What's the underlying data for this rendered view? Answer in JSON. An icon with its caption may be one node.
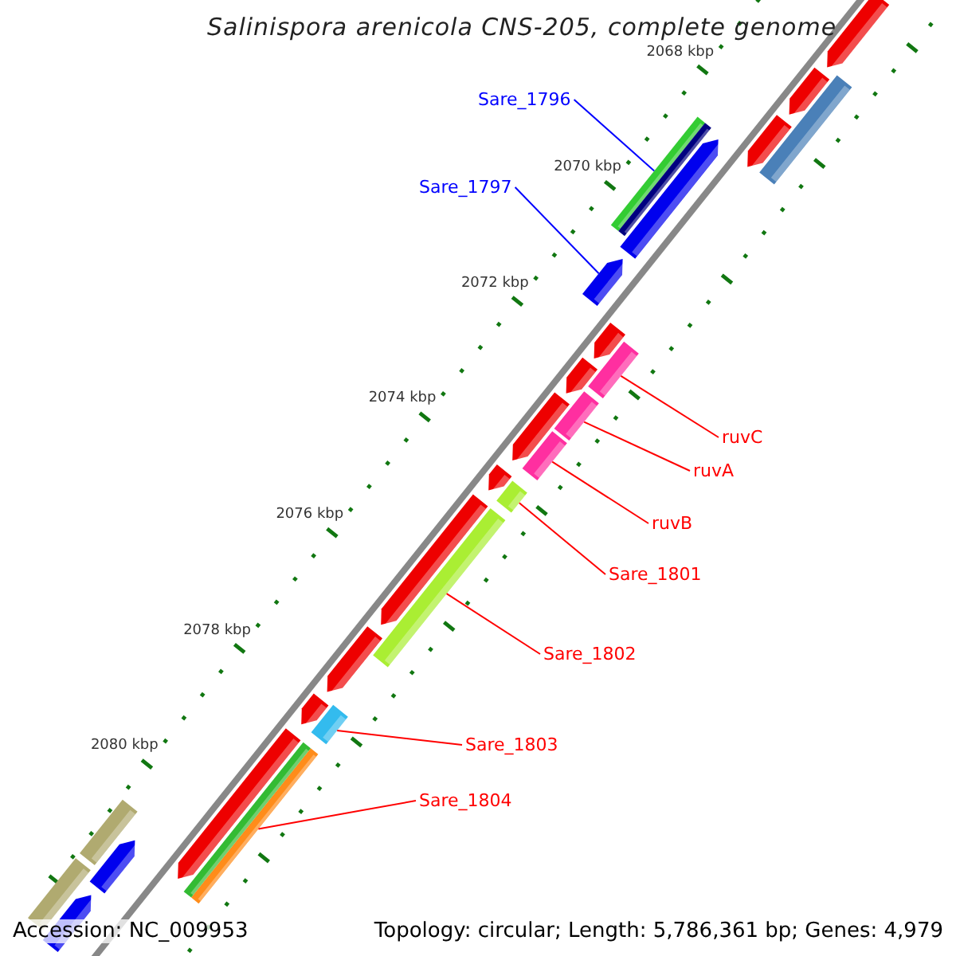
{
  "diagram": {
    "title": "Salinispora arenicola CNS-205, complete genome",
    "nodes": [
      {
        "text": [
          "Sare_1796"
        ]
      },
      {
        "text": [],
        "shape": "bar"
      },
      {
        "text": [
          "Sare_1797"
        ]
      },
      {
        "text": [],
        "shape": "arrow"
      },
      {
        "text": [
          "ruvC"
        ]
      },
      {
        "text": [],
        "shape": "bar"
      },
      {
        "text": [
          "ruvA"
        ]
      },
      {
        "text": [],
        "shape": "bar"
      },
      {
        "text": [
          "ruvB"
        ]
      },
      {
        "text": [],
        "shape": "bar"
      },
      {
        "text": [
          "Sare_1801"
        ]
      },
      {
        "text": [],
        "shape": "bar"
      },
      {
        "text": [
          "Sare_1802"
        ]
      },
      {
        "text": [],
        "shape": "bar"
      },
      {
        "text": [
          "Sare_1803"
        ]
      },
      {
        "text": [],
        "shape": "bar"
      },
      {
        "text": [
          "Sare_1804"
        ]
      },
      {
        "text": [],
        "shape": "bar"
      },
      {
        "text": [],
        "shape": "arrow"
      },
      {
        "text": [],
        "shape": "arrow"
      },
      {
        "text": [],
        "shape": "arrow"
      },
      {
        "text": [],
        "shape": "arrow"
      },
      {
        "text": [],
        "shape": "arrow"
      },
      {
        "text": [],
        "shape": "arrow"
      },
      {
        "text": [],
        "shape": "arrow"
      },
      {
        "text": [],
        "shape": "arrow"
      },
      {
        "text": [],
        "shape": "arrow"
      },
      {
        "text": [],
        "shape": "arrow"
      },
      {
        "text": [],
        "shape": "arrow"
      },
      {
        "text": [],
        "shape": "bar"
      },
      {
        "text": [],
        "shape": "bar"
      },
      {
        "text": [],
        "shape": "arrow"
      },
      {
        "text": [],
        "shape": "bar"
      },
      {
        "text": [],
        "shape": "bar"
      },
      {
        "text": [],
        "shape": "bar"
      },
      {
        "text": [],
        "shape": "arrow"
      },
      {
        "text": [],
        "shape": "arrow"
      }
    ],
    "edges": [
      {
        "from": 0,
        "to": 1,
        "arrow": "none",
        "color": "#0000ff"
      },
      {
        "from": 2,
        "to": 3,
        "arrow": "none",
        "color": "#0000ff"
      },
      {
        "from": 4,
        "to": 5,
        "arrow": "none"
      },
      {
        "from": 6,
        "to": 7,
        "arrow": "none"
      },
      {
        "from": 8,
        "to": 9,
        "arrow": "none"
      },
      {
        "from": 10,
        "to": 11,
        "arrow": "none"
      },
      {
        "from": 12,
        "to": 13,
        "arrow": "none"
      },
      {
        "from": 14,
        "to": 15,
        "arrow": "none"
      },
      {
        "from": 16,
        "to": 17,
        "arrow": "none"
      }
    ],
    "labels": [
      "2068 kbp",
      "2070 kbp",
      "2072 kbp",
      "2074 kbp",
      "2076 kbp",
      "2078 kbp",
      "2080 kbp",
      "Accession: NC_009953",
      "Topology: circular; Length: 5,786,361 bp; Genes: 4,979"
    ]
  }
}
